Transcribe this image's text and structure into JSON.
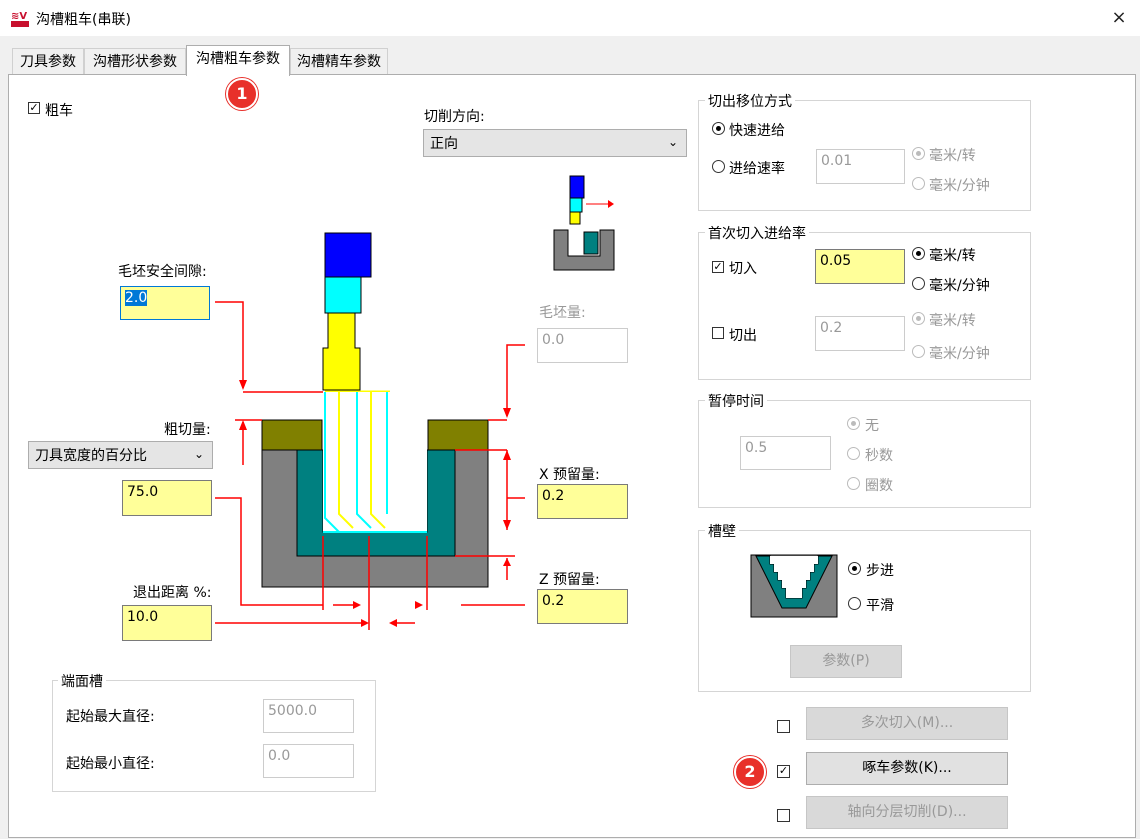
{
  "window": {
    "title": "沟槽粗车(串联)",
    "close_label": "×"
  },
  "tabs": [
    "刀具参数",
    "沟槽形状参数",
    "沟槽粗车参数",
    "沟槽精车参数"
  ],
  "rough": {
    "checkbox_label": "粗车",
    "checked": true
  },
  "cut_direction": {
    "label": "切削方向:",
    "value": "正向"
  },
  "stock_clearance": {
    "label": "毛坯安全间隙:",
    "value": "2.0"
  },
  "stock_amount": {
    "label": "毛坯量:",
    "value": "0.0"
  },
  "rough_step": {
    "label": "粗切量:",
    "select_value": "刀具宽度的百分比",
    "value": "75.0"
  },
  "x_stock": {
    "label": "X 预留量:",
    "value": "0.2"
  },
  "z_stock": {
    "label": "Z 预留量:",
    "value": "0.2"
  },
  "retract": {
    "label": "退出距离 %:",
    "value": "10.0"
  },
  "face_groove": {
    "title": "端面槽",
    "max_label": "起始最大直径:",
    "max_value": "5000.0",
    "min_label": "起始最小直径:",
    "min_value": "0.0"
  },
  "exit_move": {
    "title": "切出移位方式",
    "rapid_label": "快速进给",
    "feed_label": "进给速率",
    "feed_value": "0.01",
    "unit1": "毫米/转",
    "unit2": "毫米/分钟"
  },
  "first_plunge": {
    "title": "首次切入进给率",
    "in_label": "切入",
    "in_value": "0.05",
    "out_label": "切出",
    "out_value": "0.2",
    "unit1": "毫米/转",
    "unit2": "毫米/分钟"
  },
  "dwell": {
    "title": "暂停时间",
    "value": "0.5",
    "none": "无",
    "seconds": "秒数",
    "revs": "圈数"
  },
  "wall": {
    "title": "槽壁",
    "step": "步进",
    "smooth": "平滑",
    "params_button": "参数(P)"
  },
  "buttons": {
    "multi_pass": "多次切入(M)...",
    "peck": "啄车参数(K)...",
    "depth_cut": "轴向分层切削(D)..."
  },
  "badges": [
    "1",
    "2"
  ],
  "colors": {
    "tool_blue": "#0000ff",
    "tool_cyan": "#00ffff",
    "tool_yellow": "#ffff00",
    "teal": "#008080",
    "olive": "#808000",
    "part_gray": "#808080",
    "arrow_red": "#ff0000",
    "input_yellow": "#ffff99"
  }
}
